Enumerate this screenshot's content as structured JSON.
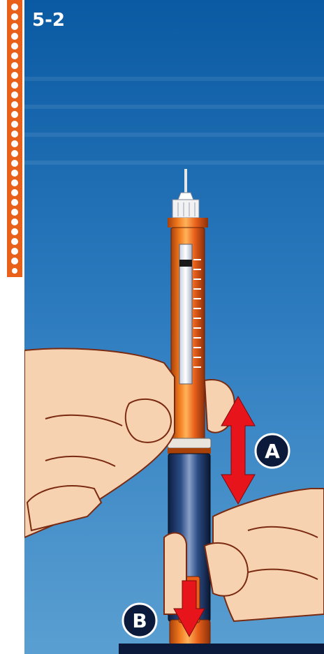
{
  "step": {
    "label": "5-2"
  },
  "labels": {
    "a": "A",
    "b": "B"
  },
  "colors": {
    "sky_top": "#0a5aa3",
    "sky_bottom": "#5a9fd1",
    "accent_orange": "#e8601a",
    "arrow_red": "#e8141c",
    "skin": "#f6d2b0",
    "skin_outline": "#7a2a10",
    "badge_dark": "#0b1a3a"
  },
  "icons": {
    "strip": "dotted-border-strip",
    "pen": "insulin-pen",
    "hand_top": "holding-hand",
    "hand_bottom": "holding-hand",
    "arrow_a": "double-headed-arrow",
    "arrow_b": "down-arrow"
  }
}
